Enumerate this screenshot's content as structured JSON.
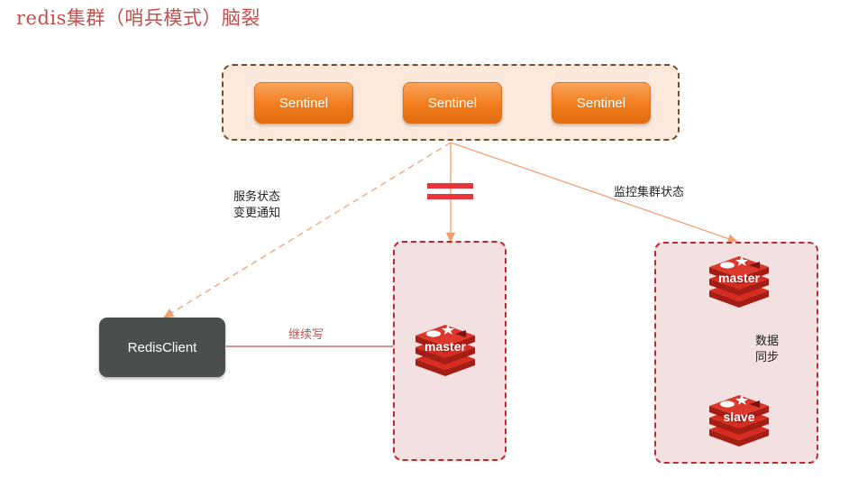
{
  "title": "redis集群（哨兵模式）脑裂",
  "sentinels": [
    "Sentinel",
    "Sentinel",
    "Sentinel"
  ],
  "client": {
    "label": "RedisClient"
  },
  "labels": {
    "notify_line1": "服务状态",
    "notify_line2": "变更通知",
    "monitor": "监控集群状态",
    "continue_write": "继续写",
    "sync_line1": "数据",
    "sync_line2": "同步"
  },
  "nodes": {
    "left_master": "master",
    "right_master": "master",
    "right_slave": "slave"
  },
  "colors": {
    "title": "#c0504d",
    "sentinel_orange": "#f07c1d",
    "redis_red": "#d82c20",
    "cluster_border": "#c0292f",
    "arrow": "#f0a070"
  }
}
